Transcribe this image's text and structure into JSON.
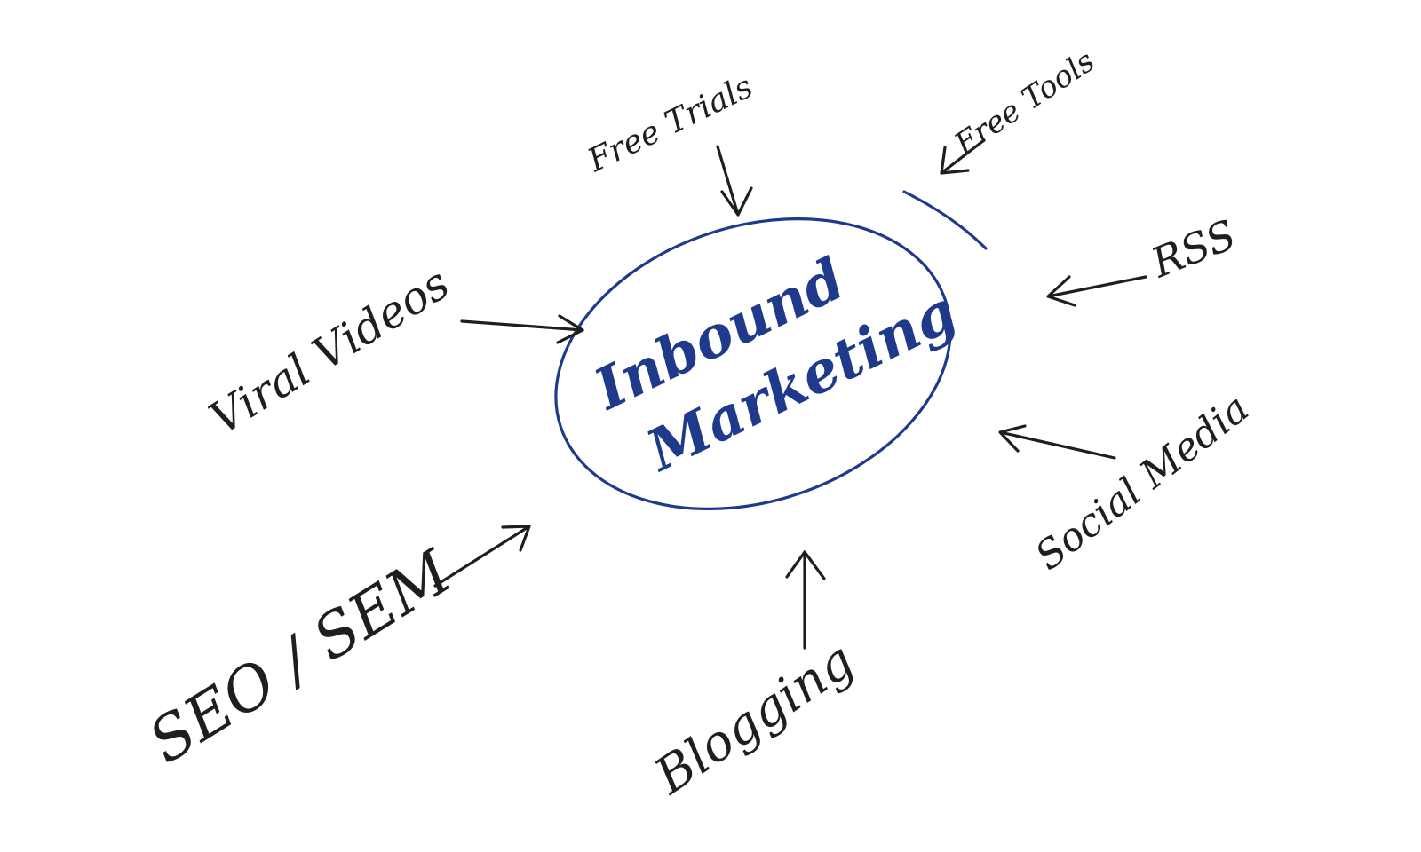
{
  "center": {
    "line1": "Inbound",
    "line2": "Marketing"
  },
  "inputs": {
    "free_trials": "Free Trials",
    "free_tools": "Free Tools",
    "rss": "RSS",
    "viral_videos": "Viral Videos",
    "social_media": "Social Media",
    "seo_sem": "SEO / SEM",
    "blogging": "Blogging"
  },
  "colors": {
    "accent": "#1f3a8a",
    "ink": "#1e1e1e",
    "background": "#ffffff"
  }
}
